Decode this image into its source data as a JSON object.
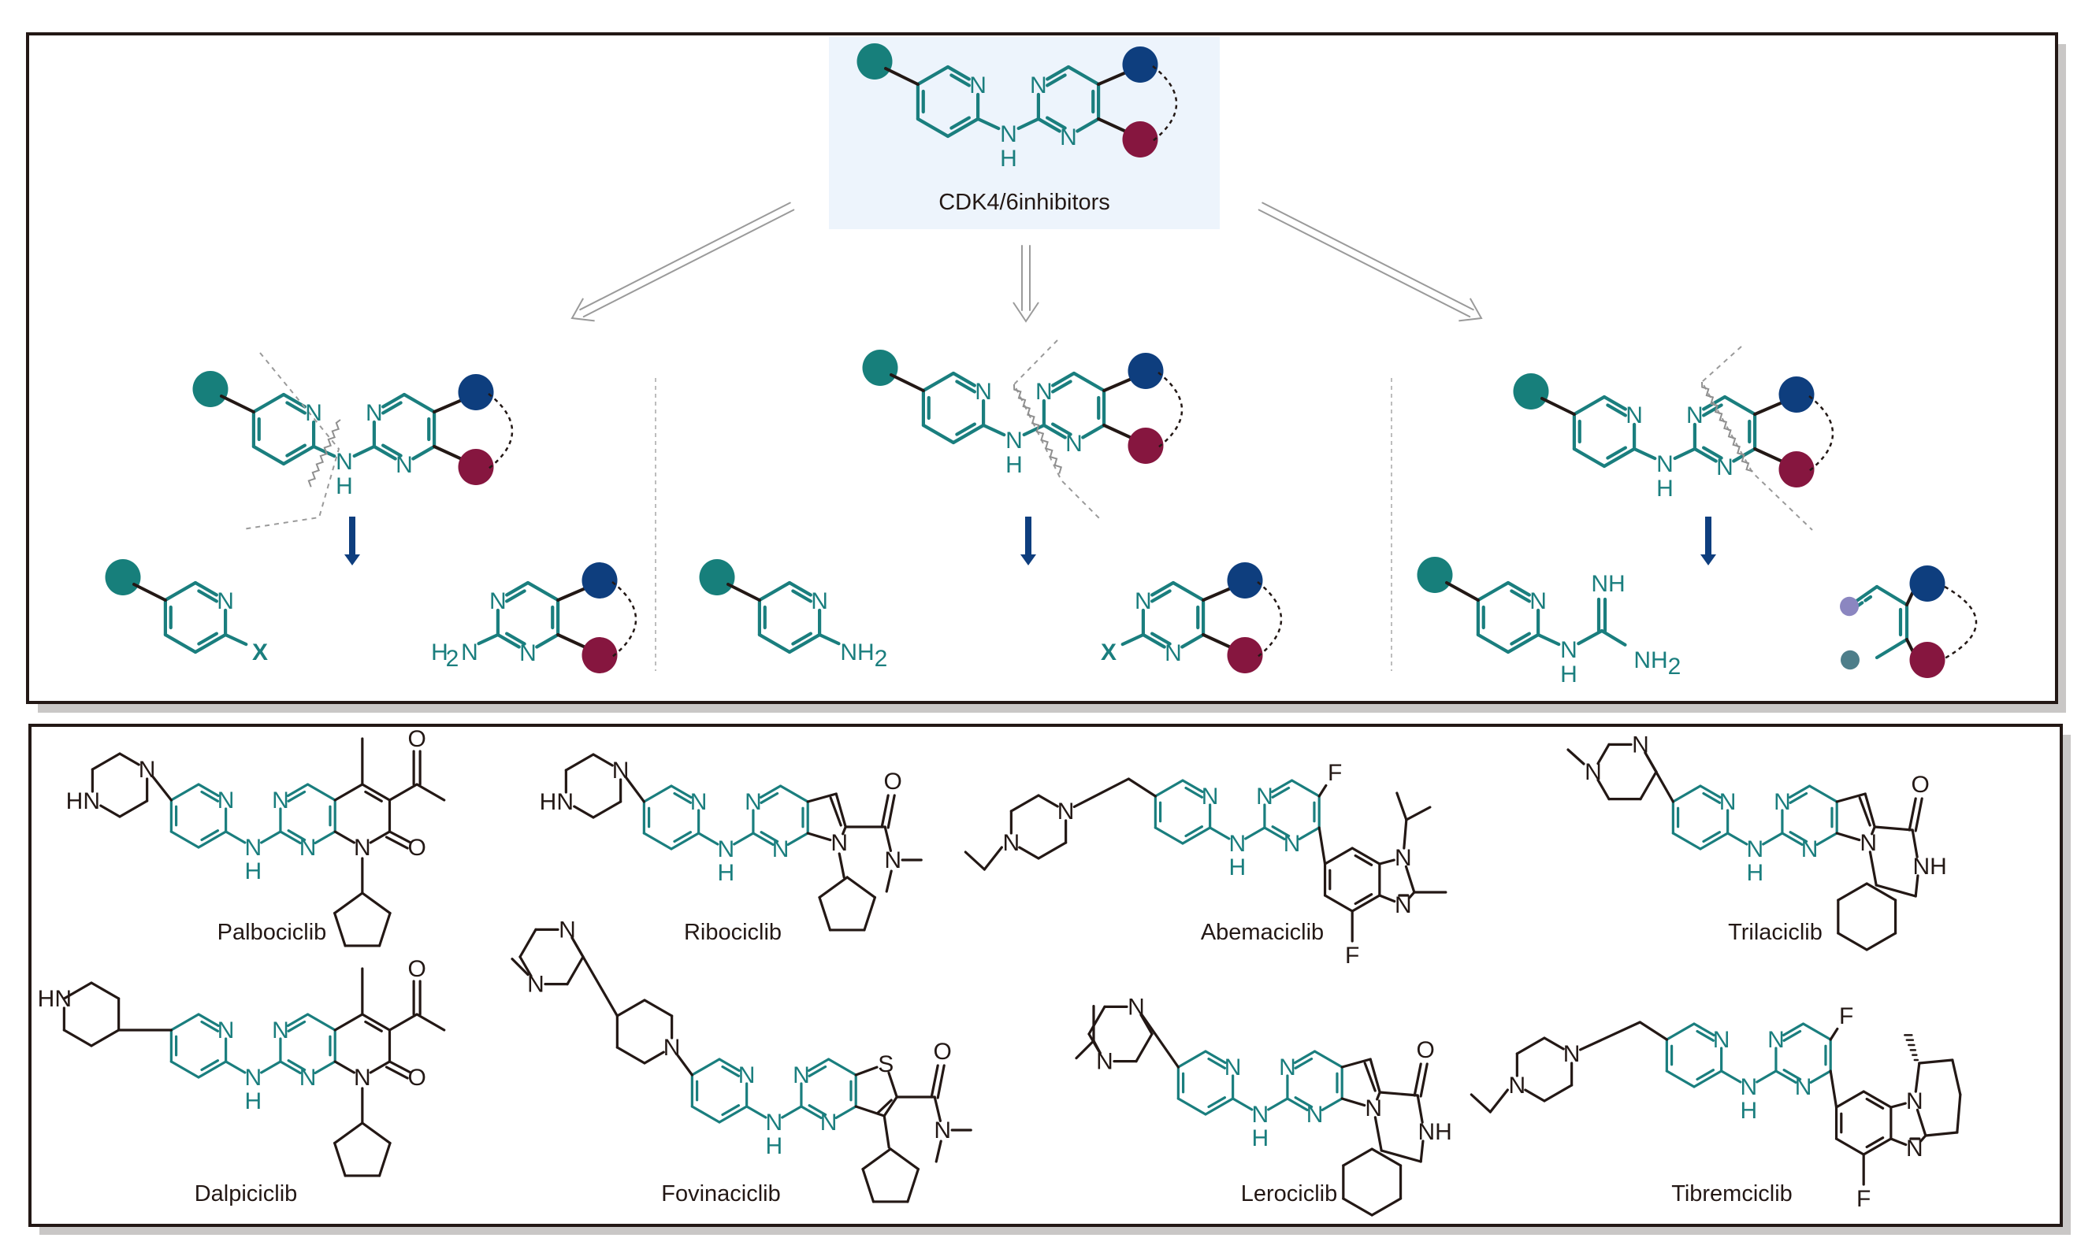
{
  "figure": {
    "title": "CDK4/6inhibitors",
    "colors": {
      "scaffold_teal": "#1A7E7E",
      "teal_group": "#177F7B",
      "blue_group": "#0E3E7E",
      "maroon_group": "#86163F",
      "lavender_group": "#8B86C0",
      "slate_group": "#4E7E8A",
      "black_bond": "#231815",
      "title_box_bg": "#EDF4FC",
      "arrow_blue": "#0E3E7E",
      "retro_arrow_gray": "#9A9A9A"
    }
  },
  "atoms": {
    "N": "N",
    "H": "H",
    "NH": "NH",
    "HN": "HN",
    "NH2": "NH",
    "sub2": "2",
    "H2N_H": "H",
    "X": "X",
    "O": "O",
    "F": "F",
    "S": "S"
  },
  "strategies": [
    {
      "name": "disconnection-pyridine-C-N",
      "products": [
        "2-halopyridine (X)",
        "2-aminopyrimidine (H2N)"
      ]
    },
    {
      "name": "disconnection-pyrimidine-C-N",
      "products": [
        "2-aminopyridine (NH2)",
        "2-halopyrimidine (X)"
      ]
    },
    {
      "name": "pyrimidine-ring-construction",
      "products": [
        "pyridinyl guanidine (NH / NH2)",
        "enone-type 1,3-dielectrophile"
      ]
    }
  ],
  "drugs": [
    {
      "name": "Palbociclib"
    },
    {
      "name": "Ribociclib"
    },
    {
      "name": "Abemaciclib"
    },
    {
      "name": "Trilaciclib"
    },
    {
      "name": "Dalpiciclib"
    },
    {
      "name": "Fovinaciclib"
    },
    {
      "name": "Lerociclib"
    },
    {
      "name": "Tibremciclib"
    }
  ]
}
